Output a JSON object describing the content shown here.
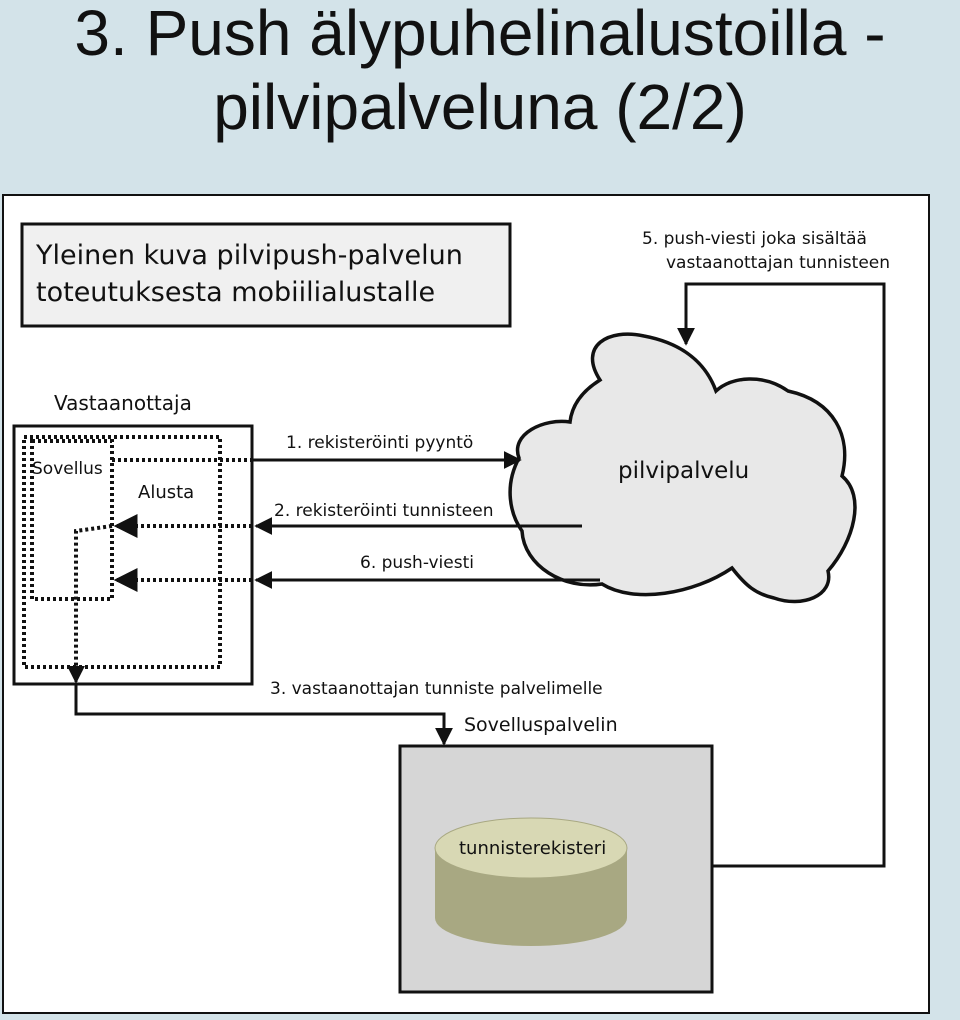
{
  "slide": {
    "title_line1": "3. Push älypuhelinalustoilla -",
    "title_line2": "pilvipalveluna (2/2)"
  },
  "diagram": {
    "heading_line1": "Yleinen kuva pilvipush-palvelun",
    "heading_line2": "toteutuksesta mobiilialustalle",
    "receiver_label": "Vastaanottaja",
    "app_label": "Sovellus",
    "platform_label": "Alusta",
    "cloud_label": "pilvipalvelu",
    "server_label": "Sovelluspalvelin",
    "registry_label": "tunnisterekisteri",
    "step1": "1. rekisteröinti pyyntö",
    "step2": "2. rekisteröinti tunnisteen",
    "step3": "3. vastaanottajan tunniste palvelimelle",
    "step5_line1": "5. push-viesti joka sisältää",
    "step5_line2": "vastaanottajan tunnisteen",
    "step6": "6. push-viesti",
    "colors": {
      "heading_box": "#f0f0f0",
      "cloud_fill": "#e8e8e8",
      "server_fill": "#d6d6d6",
      "cylinder_side": "#a8a882",
      "cylinder_top": "#d8d8b4"
    }
  }
}
